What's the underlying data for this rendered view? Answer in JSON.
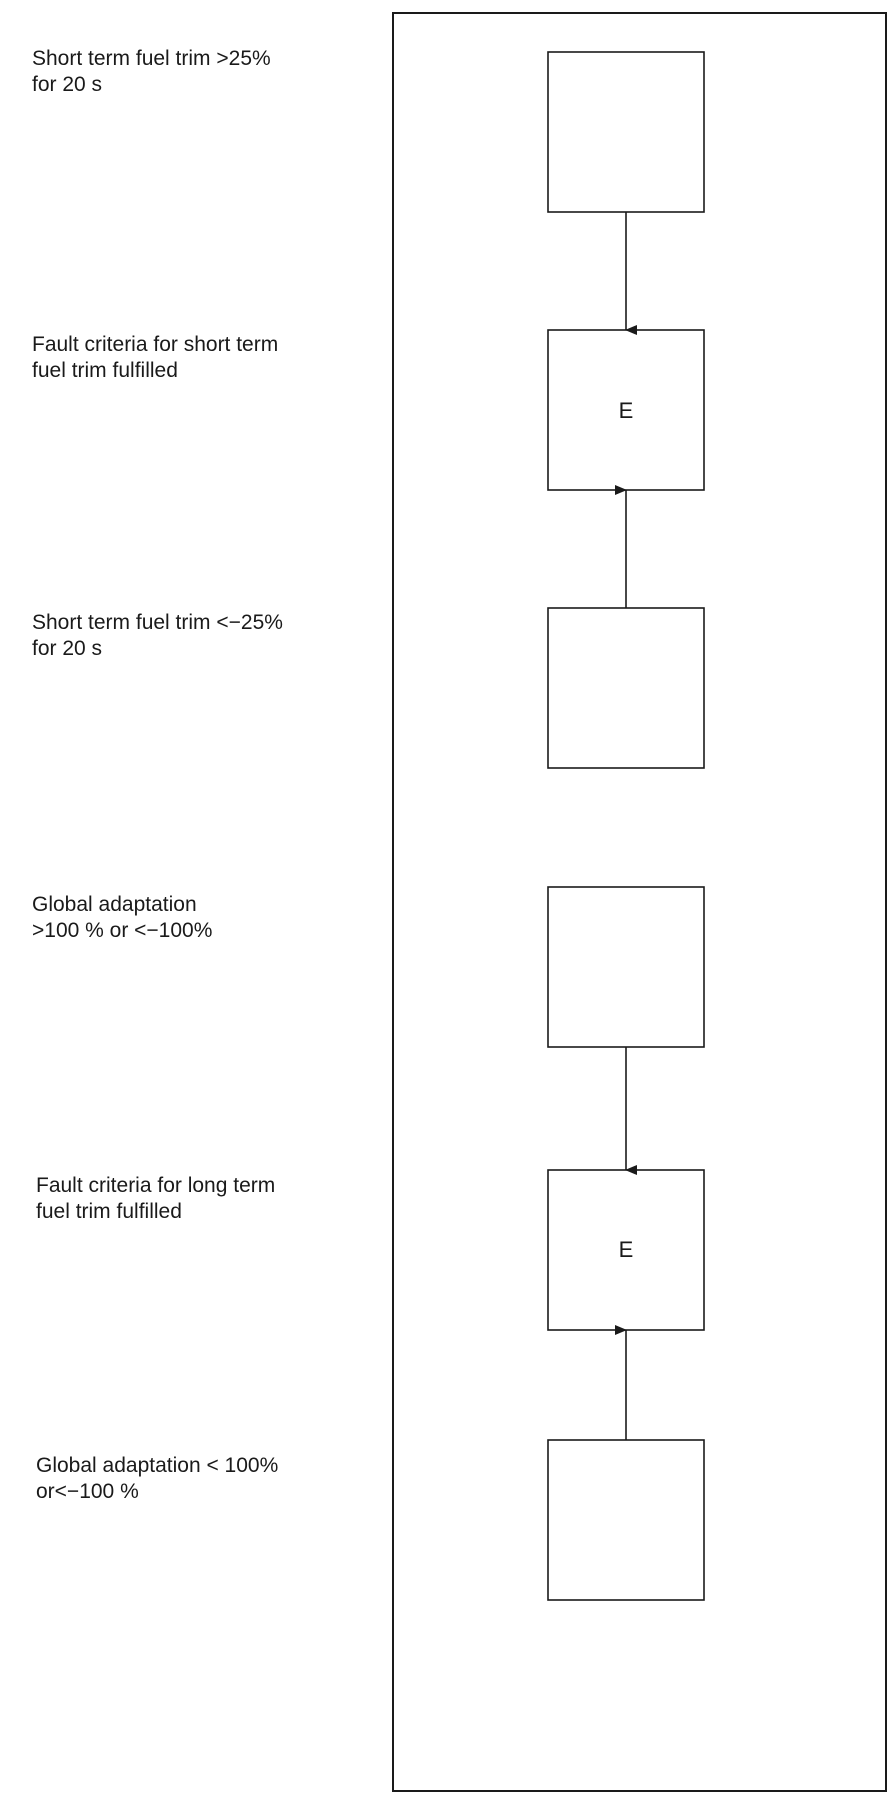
{
  "conditions": [
    {
      "line1": "Short term fuel trim >25%",
      "line2": "for 20 s"
    },
    {
      "line1": "Fault criteria for short term",
      "line2": "fuel trim fulfilled"
    },
    {
      "line1": "Short term fuel trim <−25%",
      "line2": "for 20 s"
    },
    {
      "line1": "Global adaptation",
      "line2": ">100 % or <−100%"
    },
    {
      "line1": "Fault criteria for long term",
      "line2": "fuel trim fulfilled"
    },
    {
      "line1": "Global adaptation  <  100%",
      "line2": "or<−100 %"
    }
  ],
  "boxes": [
    "",
    "E",
    "",
    "",
    "E",
    ""
  ]
}
